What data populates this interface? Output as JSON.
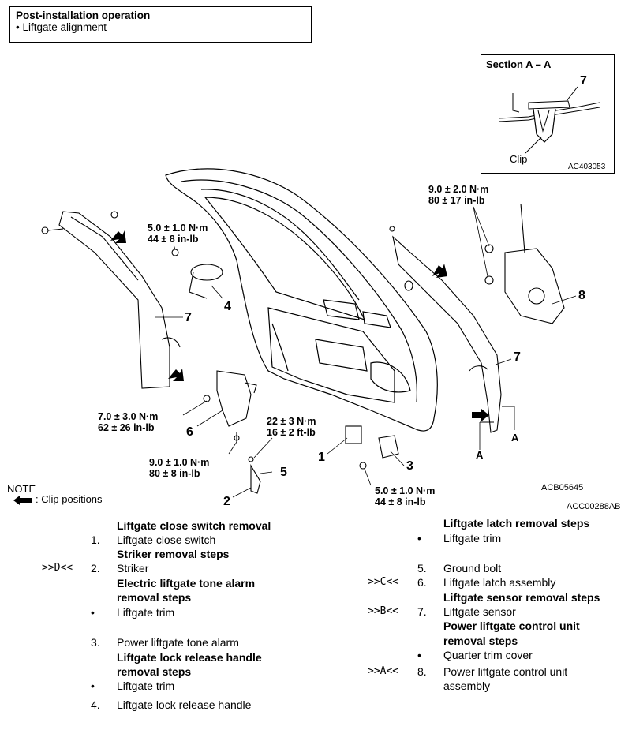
{
  "post_install": {
    "title": "Post-installation operation",
    "item": "•  Liftgate alignment"
  },
  "section": {
    "title": "Section A – A",
    "callout": "7",
    "clip": "Clip",
    "code": "AC403053"
  },
  "callouts": [
    "1",
    "2",
    "3",
    "4",
    "5",
    "6",
    "7",
    "7",
    "8"
  ],
  "torques": {
    "t1": [
      "5.0 ± 1.0 N·m",
      "44 ± 8 in-lb"
    ],
    "t2": [
      "9.0 ± 2.0 N·m",
      "80 ± 17 in-lb"
    ],
    "t3": [
      "7.0 ± 3.0 N·m",
      "62 ± 26 in-lb"
    ],
    "t4": [
      "22 ± 3 N·m",
      "16 ± 2 ft-lb"
    ],
    "t5": [
      "9.0 ± 1.0 N·m",
      "80 ± 8 in-lb"
    ],
    "t6": [
      "5.0 ± 1.0 N·m",
      "44 ± 8 in-lb"
    ]
  },
  "section_marks": [
    "A",
    "A"
  ],
  "codes": {
    "c1": "ACB05645",
    "c2": "ACC00288AB"
  },
  "note": {
    "label": "NOTE",
    "text": ": Clip positions"
  },
  "left_list": [
    {
      "type": "heading",
      "text": "Liftgate close switch removal"
    },
    {
      "type": "item",
      "marker": "1.",
      "text": "Liftgate close switch"
    },
    {
      "type": "heading",
      "text": "Striker removal steps"
    },
    {
      "type": "item",
      "prefix": ">>D<<",
      "marker": "2.",
      "text": "Striker"
    },
    {
      "type": "heading",
      "text": "Electric liftgate tone alarm"
    },
    {
      "type": "heading",
      "text": "removal steps"
    },
    {
      "type": "item",
      "marker": "•",
      "text": "Liftgate trim"
    },
    {
      "type": "item",
      "marker": "3.",
      "text": "Power liftgate tone alarm"
    },
    {
      "type": "heading",
      "text": "Liftgate lock release handle"
    },
    {
      "type": "heading",
      "text": "removal steps"
    },
    {
      "type": "item",
      "marker": "•",
      "text": "Liftgate trim"
    },
    {
      "type": "item",
      "marker": "4.",
      "text": "Liftgate lock release handle"
    }
  ],
  "right_list": [
    {
      "type": "heading",
      "text": "Liftgate latch removal steps"
    },
    {
      "type": "item",
      "marker": "•",
      "text": "Liftgate trim"
    },
    {
      "type": "item",
      "marker": "5.",
      "text": "Ground bolt"
    },
    {
      "type": "item",
      "prefix": ">>C<<",
      "marker": "6.",
      "text": "Liftgate latch assembly"
    },
    {
      "type": "heading",
      "text": "Liftgate sensor removal steps"
    },
    {
      "type": "item",
      "prefix": ">>B<<",
      "marker": "7.",
      "text": "Liftgate sensor"
    },
    {
      "type": "heading",
      "text": "Power liftgate control unit"
    },
    {
      "type": "heading",
      "text": "removal steps"
    },
    {
      "type": "item",
      "marker": "•",
      "text": "Quarter trim cover"
    },
    {
      "type": "item",
      "prefix": ">>A<<",
      "marker": "8.",
      "text": "Power liftgate control unit"
    },
    {
      "type": "cont",
      "text": "assembly"
    }
  ]
}
